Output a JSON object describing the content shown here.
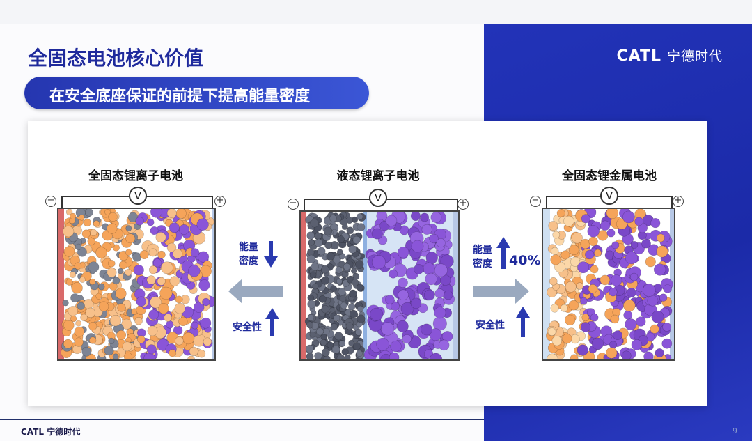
{
  "header": {
    "title": "全固态电池核心价值",
    "subtitle": "在安全底座保证的前提下提高能量密度",
    "logo_en": "CATL",
    "logo_cn": "宁德时代"
  },
  "batteries": [
    {
      "title": "全固态锂离子电池",
      "volt": "V",
      "minus": "−",
      "plus": "+"
    },
    {
      "title": "液态锂离子电池",
      "volt": "V",
      "minus": "−",
      "plus": "+"
    },
    {
      "title": "全固态锂金属电池",
      "volt": "V",
      "minus": "−",
      "plus": "+"
    }
  ],
  "left_compare": {
    "energy_label_1": "能量",
    "energy_label_2": "密度",
    "safety_label": "安全性"
  },
  "right_compare": {
    "energy_label_1": "能量",
    "energy_label_2": "密度",
    "energy_gain": "40%",
    "safety_label": "安全性"
  },
  "footer": {
    "logo_en": "CATL",
    "logo_cn": "宁德时代",
    "page": "9"
  },
  "colors": {
    "brand": "#1f2a9c",
    "panel": "#2233b8",
    "orange": "#f5a45a",
    "purple": "#8a55d8",
    "gray": "#7d8494"
  }
}
